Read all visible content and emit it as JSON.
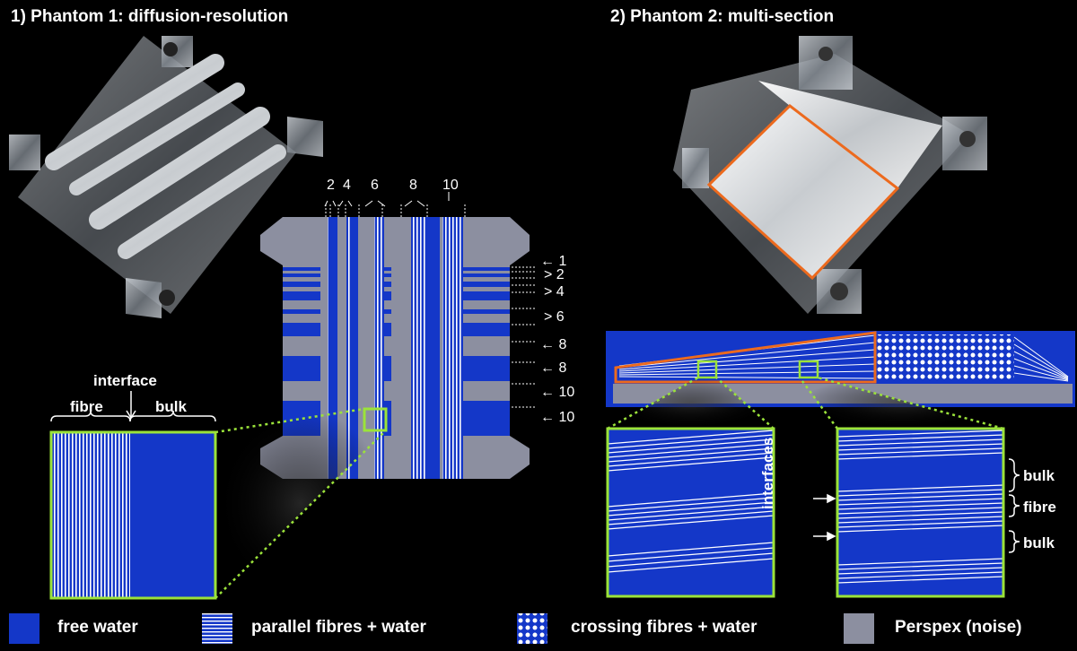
{
  "titles": {
    "phantom1": "1) Phantom 1: diffusion-resolution",
    "phantom2": "2) Phantom 2: multi-section"
  },
  "phantom1": {
    "interface_label": "interface",
    "fibre_label": "fibre",
    "bulk_label": "bulk",
    "top_numbers": [
      "2",
      "4",
      "6",
      "8",
      "10"
    ],
    "side_numbers": [
      "1",
      "2",
      "4",
      "6",
      "8",
      "8",
      "10",
      "10"
    ]
  },
  "phantom2": {
    "interfaces_label": "interfaces",
    "bulk_top": "bulk",
    "fibre": "fibre",
    "bulk_bottom": "bulk"
  },
  "legend": [
    {
      "label": "free water",
      "swatch": "water"
    },
    {
      "label": "parallel fibres + water",
      "swatch": "parallel"
    },
    {
      "label": "crossing fibres + water",
      "swatch": "crossing"
    },
    {
      "label": "Perspex (noise)",
      "swatch": "perspex"
    }
  ],
  "colors": {
    "water": "#1437c8",
    "perspex": "#8c8fa0",
    "fibre_line": "#ffffff",
    "highlight_green": "#9be33a",
    "highlight_orange": "#ec6a1e"
  }
}
